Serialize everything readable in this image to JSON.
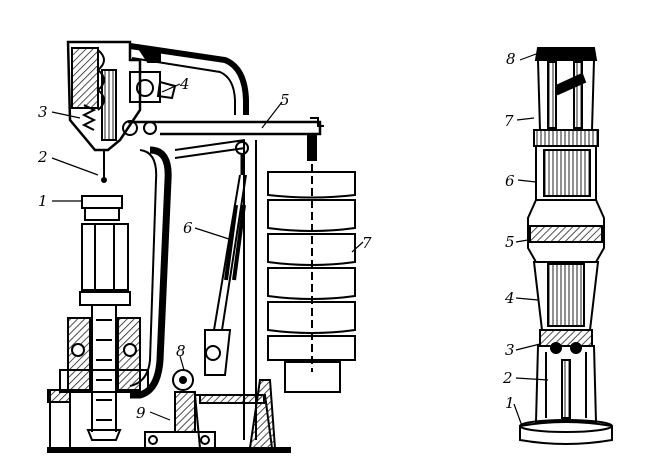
{
  "left_figure": {
    "labels": [
      "1",
      "2",
      "3",
      "4",
      "5",
      "6",
      "7",
      "8",
      "9"
    ]
  },
  "right_figure": {
    "labels": [
      "8",
      "7",
      "6",
      "5",
      "4",
      "3",
      "2",
      "1"
    ]
  },
  "colors": {
    "ink": "#000000",
    "paper": "#ffffff",
    "hatch": "#222222"
  }
}
